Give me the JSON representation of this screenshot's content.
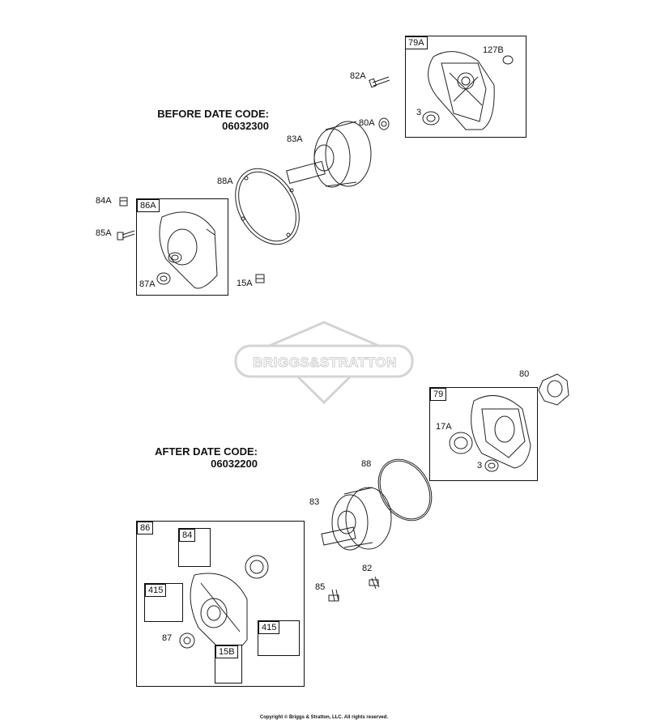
{
  "headers": {
    "before_line1": "BEFORE DATE CODE:",
    "before_line2": "06032300",
    "after_line1": "AFTER DATE CODE:",
    "after_line2": "06032200"
  },
  "groups": {
    "g79A": "79A",
    "g86A": "86A",
    "g79": "79",
    "g86": "86",
    "g84": "84",
    "g415a": "415",
    "g415b": "415",
    "g15B": "15B"
  },
  "parts": {
    "p82A": "82A",
    "p127B": "127B",
    "p80A": "80A",
    "p3a": "3",
    "p83A": "83A",
    "p88A": "88A",
    "p84A": "84A",
    "p85A": "85A",
    "p87A": "87A",
    "p15A": "15A",
    "p80": "80",
    "p17A": "17A",
    "p3b": "3",
    "p88": "88",
    "p83": "83",
    "p85": "85",
    "p82": "82",
    "p87": "87"
  },
  "watermark": "BRIGGS&STRATTON",
  "copyright": "Copyright © Briggs & Stratton, LLC. All rights reserved."
}
